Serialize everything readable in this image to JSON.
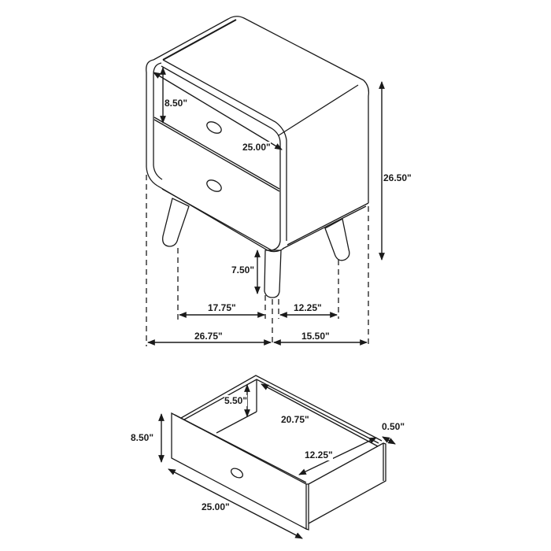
{
  "colors": {
    "line": "#1a1a1a",
    "background": "#ffffff"
  },
  "nightstand": {
    "dimensions": {
      "drawer_height": "8.50\"",
      "width": "25.00\"",
      "height": "26.50\"",
      "leg_height": "7.50\"",
      "leg_span_front": "17.75\"",
      "leg_span_side": "12.25\"",
      "overall_width": "26.75\"",
      "overall_depth": "15.50\""
    }
  },
  "drawer": {
    "dimensions": {
      "front_height": "8.50\"",
      "inner_height": "5.50\"",
      "inner_depth": "20.75\"",
      "inner_width": "12.25\"",
      "panel_thickness": "0.50\"",
      "front_width": "25.00\""
    }
  }
}
